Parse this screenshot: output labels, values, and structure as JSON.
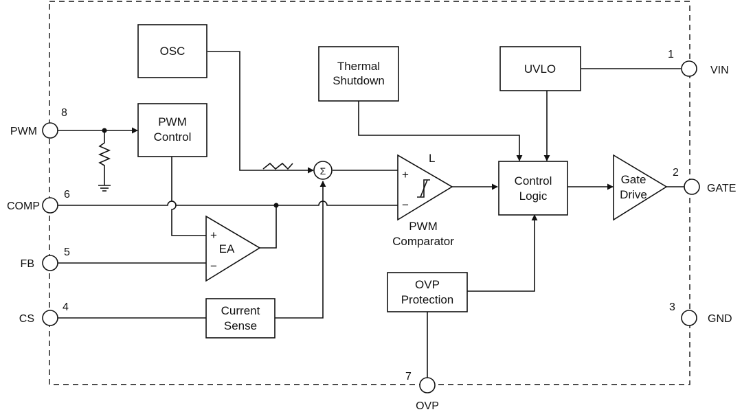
{
  "blocks": {
    "osc": [
      "OSC"
    ],
    "thermal": [
      "Thermal",
      "Shutdown"
    ],
    "uvlo": [
      "UVLO"
    ],
    "pwm_control": [
      "PWM",
      "Control"
    ],
    "control_logic": [
      "Control",
      "Logic"
    ],
    "gate_drive": [
      "Gate",
      "Drive"
    ],
    "ovp_protection": [
      "OVP",
      "Protection"
    ],
    "current_sense": [
      "Current",
      "Sense"
    ],
    "error_amp": [
      "EA"
    ],
    "pwm_comparator": [
      "PWM",
      "Comparator"
    ]
  },
  "symbols": {
    "summing": "Σ",
    "plus": "+",
    "minus": "−",
    "comparator_flag": "L"
  },
  "pins": {
    "pwm": {
      "name": "PWM",
      "number": "8"
    },
    "comp": {
      "name": "COMP",
      "number": "6"
    },
    "fb": {
      "name": "FB",
      "number": "5"
    },
    "cs": {
      "name": "CS",
      "number": "4"
    },
    "vin": {
      "name": "VIN",
      "number": "1"
    },
    "gate": {
      "name": "GATE",
      "number": "2"
    },
    "gnd": {
      "name": "GND",
      "number": "3"
    },
    "ovp": {
      "name": "OVP",
      "number": "7"
    }
  }
}
